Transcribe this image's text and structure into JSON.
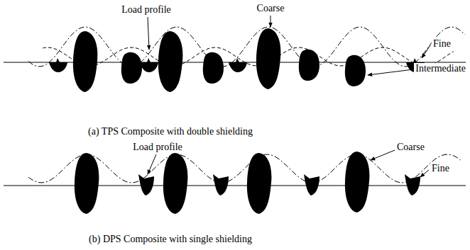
{
  "diagram": {
    "labels": [
      "Load profile",
      "Coarse",
      "Fine",
      "Intermediate",
      "(a) TPS Composite with double shielding",
      "Load profile",
      "Coarse",
      "Fine",
      "(b) DPS Composite with single shielding"
    ]
  }
}
